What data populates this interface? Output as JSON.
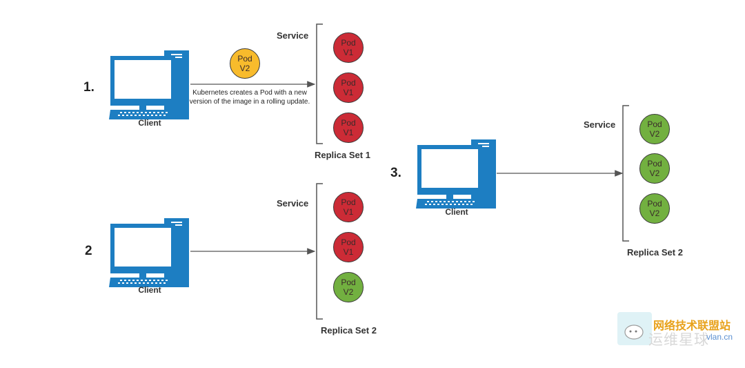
{
  "steps": [
    "1.",
    "2",
    "3."
  ],
  "client_label": "Client",
  "service_label": "Service",
  "pod_label": "Pod",
  "versions": {
    "v1": "V1",
    "v2": "V2"
  },
  "replica_sets": {
    "rs1": "Replica Set 1",
    "rs2": "Replica Set 2"
  },
  "annotation": "Kubernetes creates a Pod with a new version of the image in a rolling update.",
  "colors": {
    "v1": "#cc2b36",
    "v2": "#72b040",
    "new_pod": "#f8bb2c",
    "client": "#1d7ec2"
  },
  "watermark": {
    "line1": "网络技术联盟站",
    "line2": "运维星球",
    "line3": "vlan.cn"
  }
}
